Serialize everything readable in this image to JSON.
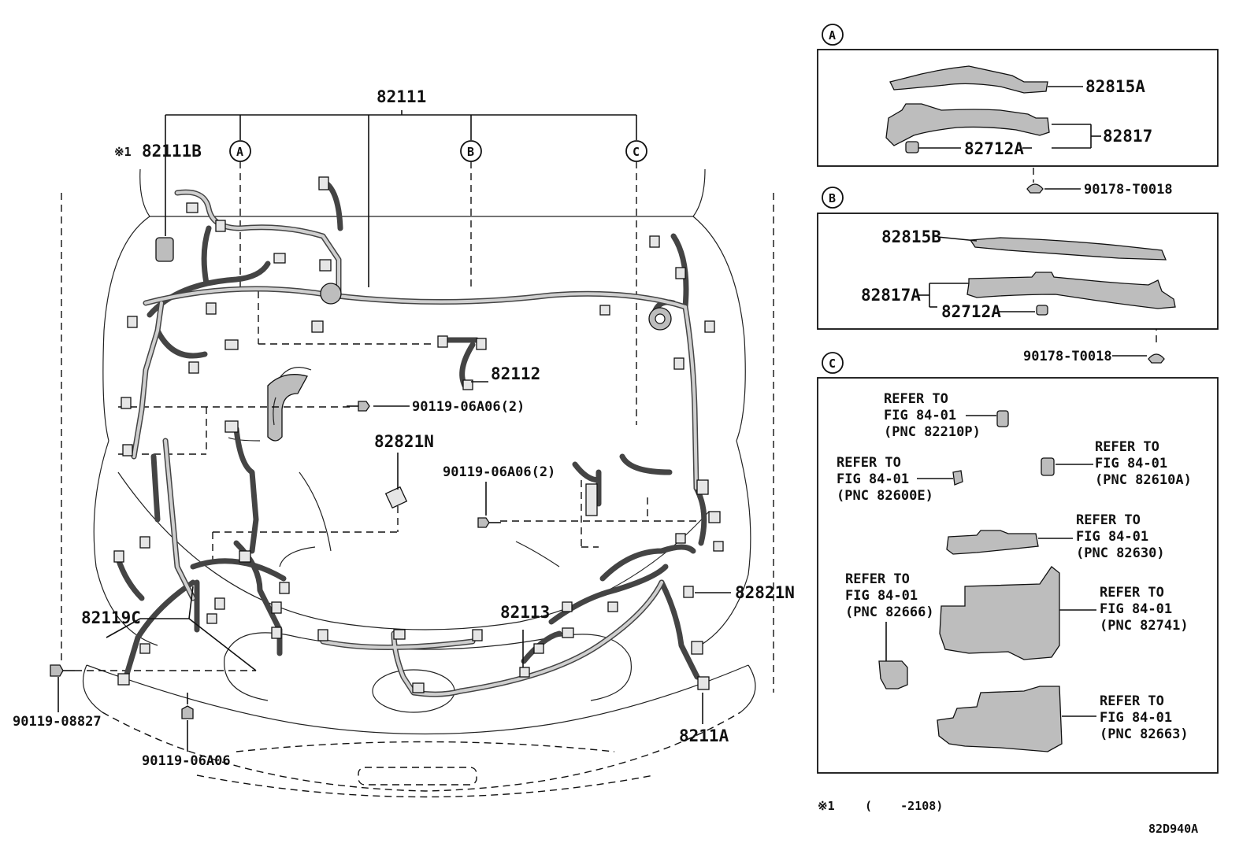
{
  "callouts": {
    "main_harness": "82111",
    "note_mark_1": "※1",
    "sub_82111B": "82111B",
    "circle_a": "A",
    "circle_b": "B",
    "circle_c": "C",
    "p82112": "82112",
    "p_bolt_mid": "90119-06A06(2)",
    "p82821N_center": "82821N",
    "p_bolt_right": "90119-06A06(2)",
    "p82119C": "82119C",
    "p82113": "82113",
    "p82821N_right": "82821N",
    "p_bolt_left": "90119-08827",
    "p_bolt_bottom": "90119-06A06",
    "p8211A": "8211A"
  },
  "inset_a": {
    "tag": "A",
    "p1": "82815A",
    "p2": "82817",
    "p3": "82712A",
    "clip": "90178-T0018"
  },
  "inset_b": {
    "tag": "B",
    "p1": "82815B",
    "p2": "82817A",
    "p3": "82712A",
    "clip": "90178-T0018"
  },
  "inset_c": {
    "tag": "C",
    "refs": [
      {
        "l1": "REFER TO",
        "l2": "FIG 84-01",
        "l3": "(PNC 82210P)"
      },
      {
        "l1": "REFER TO",
        "l2": "FIG 84-01",
        "l3": "(PNC 82610A)"
      },
      {
        "l1": "REFER TO",
        "l2": "FIG 84-01",
        "l3": "(PNC 82600E)"
      },
      {
        "l1": "REFER TO",
        "l2": "FIG 84-01",
        "l3": "(PNC 82630)"
      },
      {
        "l1": "REFER TO",
        "l2": "FIG 84-01",
        "l3": "(PNC 82666)"
      },
      {
        "l1": "REFER TO",
        "l2": "FIG 84-01",
        "l3": "(PNC 82741)"
      },
      {
        "l1": "REFER TO",
        "l2": "FIG 84-01",
        "l3": "(PNC 82663)"
      }
    ]
  },
  "footnote": {
    "mark": "※1",
    "range": "(    -2108)"
  },
  "figure_code": "82D940A"
}
